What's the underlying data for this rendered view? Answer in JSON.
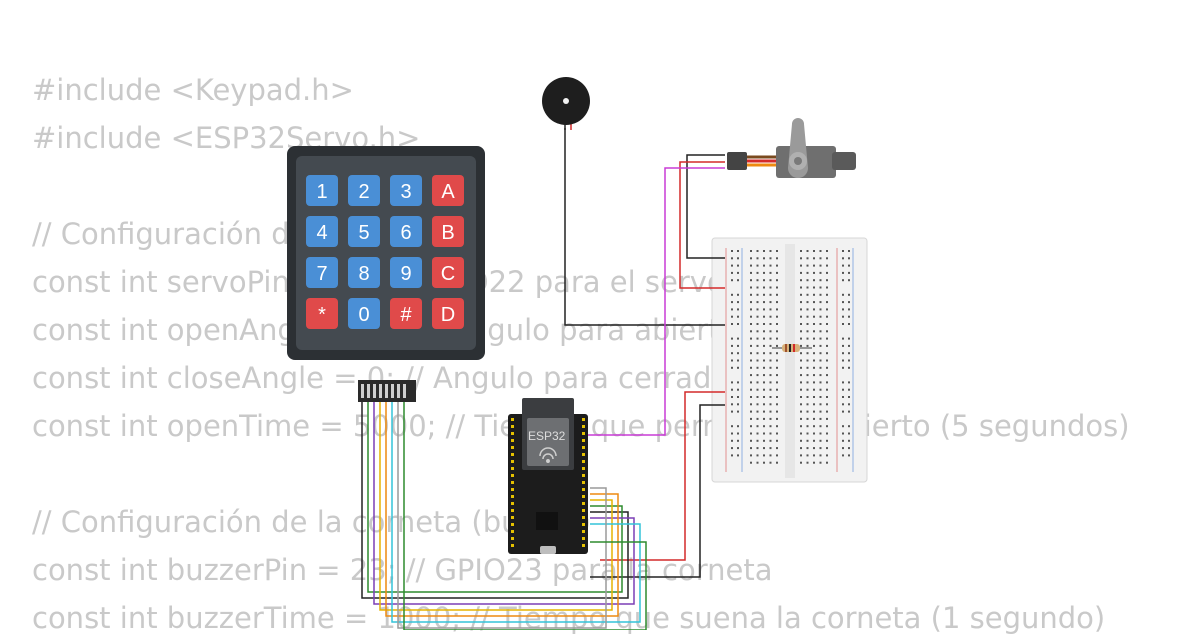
{
  "code_lines": [
    "#include <Keypad.h>",
    "#include <ESP32Servo.h>",
    "",
    "// Configuración de",
    "const int servoPin = 22; // GPIO22 para el servo",
    "const int openAngle = 90; // Angulo para abierto (grados)",
    "const int closeAngle = 0; // Angulo para cerrado (grados)",
    "const int openTime = 5000; // Tiempo que permanece abierto (5 segundos)",
    "",
    "// Configuración de la corneta (buzzer)",
    "const int buzzerPin = 23; // GPIO23 para la corneta",
    "const int buzzerTime = 1000; // Tiempo que suena la corneta (1 segundo)"
  ],
  "keypad": {
    "rows": [
      [
        {
          "label": "1",
          "kind": "num"
        },
        {
          "label": "2",
          "kind": "num"
        },
        {
          "label": "3",
          "kind": "num"
        },
        {
          "label": "A",
          "kind": "letter"
        }
      ],
      [
        {
          "label": "4",
          "kind": "num"
        },
        {
          "label": "5",
          "kind": "num"
        },
        {
          "label": "6",
          "kind": "num"
        },
        {
          "label": "B",
          "kind": "letter"
        }
      ],
      [
        {
          "label": "7",
          "kind": "num"
        },
        {
          "label": "8",
          "kind": "num"
        },
        {
          "label": "9",
          "kind": "num"
        },
        {
          "label": "C",
          "kind": "letter"
        }
      ],
      [
        {
          "label": "*",
          "kind": "letter"
        },
        {
          "label": "0",
          "kind": "num"
        },
        {
          "label": "#",
          "kind": "letter"
        },
        {
          "label": "D",
          "kind": "letter"
        }
      ]
    ],
    "colors": {
      "num": "#4a8fd6",
      "letter": "#e04a4a",
      "body": "#444a50",
      "frame": "#2c3034"
    }
  },
  "esp32": {
    "label": "ESP32"
  },
  "wire_colors": {
    "black": "#222222",
    "red": "#d42a2a",
    "magenta": "#c93bd6",
    "green": "#2e8b2e",
    "purple": "#7b3fb6",
    "yellow": "#e5b400",
    "orange": "#ee8a10",
    "cyan": "#33c3d9",
    "gray": "#9a9a9a"
  }
}
